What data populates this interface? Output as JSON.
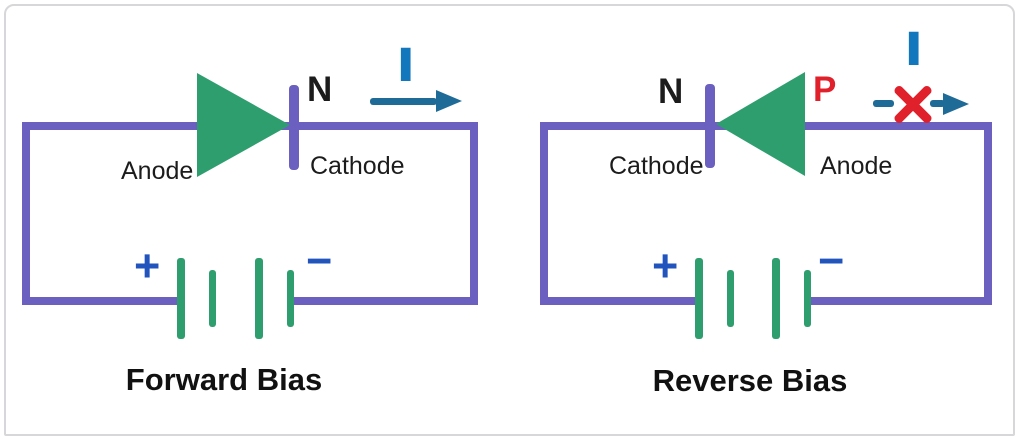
{
  "forward": {
    "title": "Forward Bias",
    "anode_label": "Anode",
    "cathode_label": "Cathode",
    "n_label": "N",
    "current_label": "I",
    "battery_plus": "+",
    "battery_minus": "−"
  },
  "reverse": {
    "title": "Reverse Bias",
    "cathode_label": "Cathode",
    "anode_label": "Anode",
    "n_label": "N",
    "p_label": "P",
    "current_label": "I",
    "battery_plus": "+",
    "battery_minus": "−"
  },
  "colors": {
    "wire_purple": "#6b5fc0",
    "diode_green": "#2f9e6e",
    "current_blue": "#1377be",
    "arrow_teal": "#1f6b97",
    "battery_blue": "#2155bd",
    "blocked_red": "#e0202a",
    "text_black": "#1c1c1c"
  }
}
